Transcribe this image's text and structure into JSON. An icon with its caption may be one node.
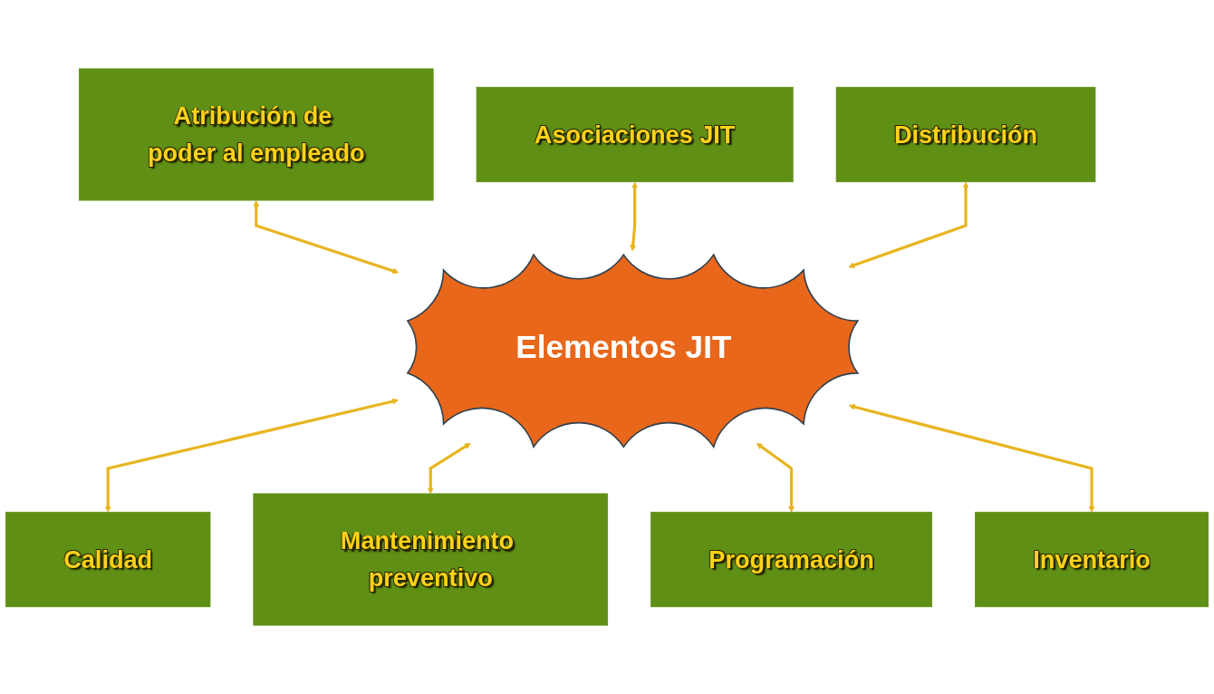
{
  "diagram": {
    "nodes": [
      {
        "text": [
          "Asociaciones JIT"
        ]
      },
      {
        "text": [
          "Atribución de poder al empleado"
        ]
      },
      {
        "text": [
          "Distribución"
        ]
      },
      {
        "text": [
          "Calidad"
        ]
      },
      {
        "text": [
          "Elementos JIT"
        ]
      },
      {
        "text": [
          "Inventario"
        ]
      },
      {
        "text": [
          "Mantenimiento preventivo"
        ]
      },
      {
        "text": [
          "Programación"
        ]
      }
    ],
    "edges": [
      {
        "from": 1,
        "to": 4,
        "arrow": "both"
      },
      {
        "from": 0,
        "to": 4,
        "arrow": "both"
      },
      {
        "from": 2,
        "to": 4,
        "arrow": "both"
      },
      {
        "from": 4,
        "to": 3,
        "arrow": "both"
      },
      {
        "from": 4,
        "to": 6,
        "arrow": "both"
      },
      {
        "from": 4,
        "to": 7,
        "arrow": "both"
      },
      {
        "from": 4,
        "to": 5,
        "arrow": "both"
      }
    ]
  }
}
